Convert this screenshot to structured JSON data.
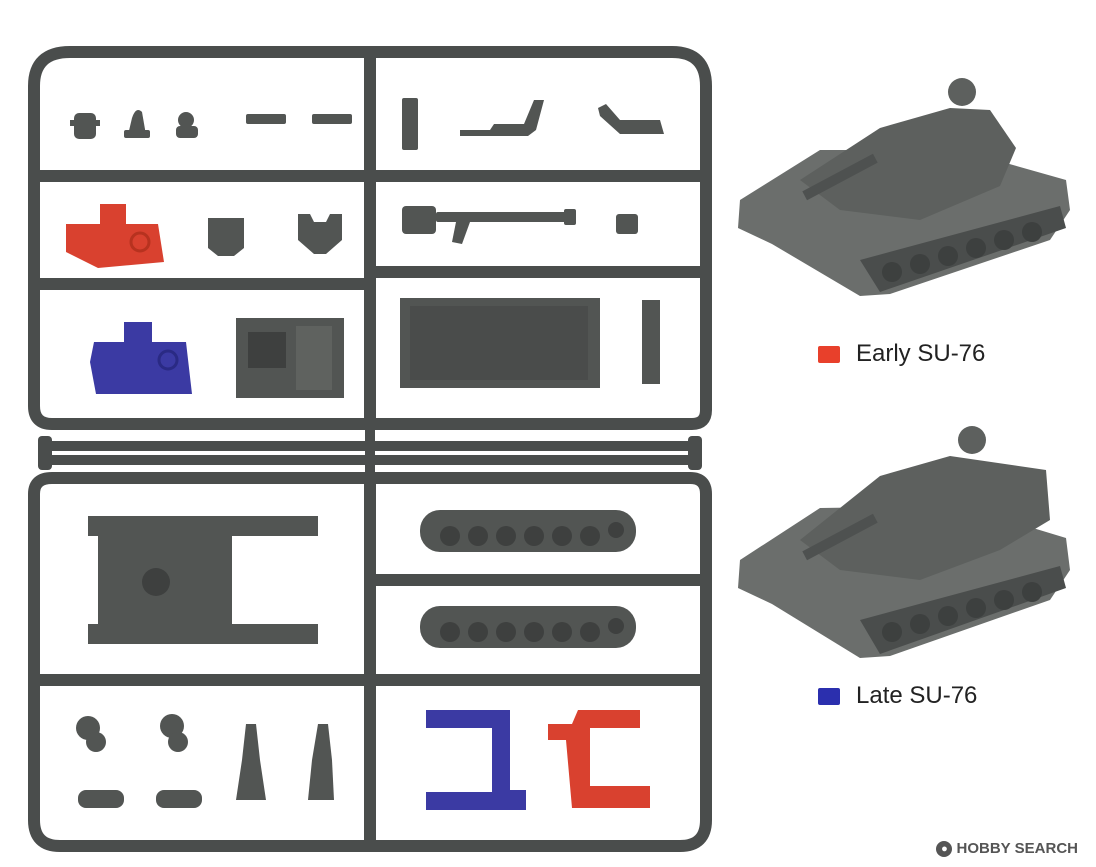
{
  "legend": [
    {
      "label": "Early SU-76",
      "color": "#e8402b"
    },
    {
      "label": "Late SU-76",
      "color": "#2b2fae"
    }
  ],
  "colors": {
    "sprue": "#4a4d4c",
    "plastic_grey": "#525553",
    "early_parts": "#d9412f",
    "late_parts": "#3b3aa3",
    "tank_body": "#6b6e6c"
  },
  "watermark": {
    "prefix": "HOBBY",
    "suffix": "SEARCH"
  }
}
